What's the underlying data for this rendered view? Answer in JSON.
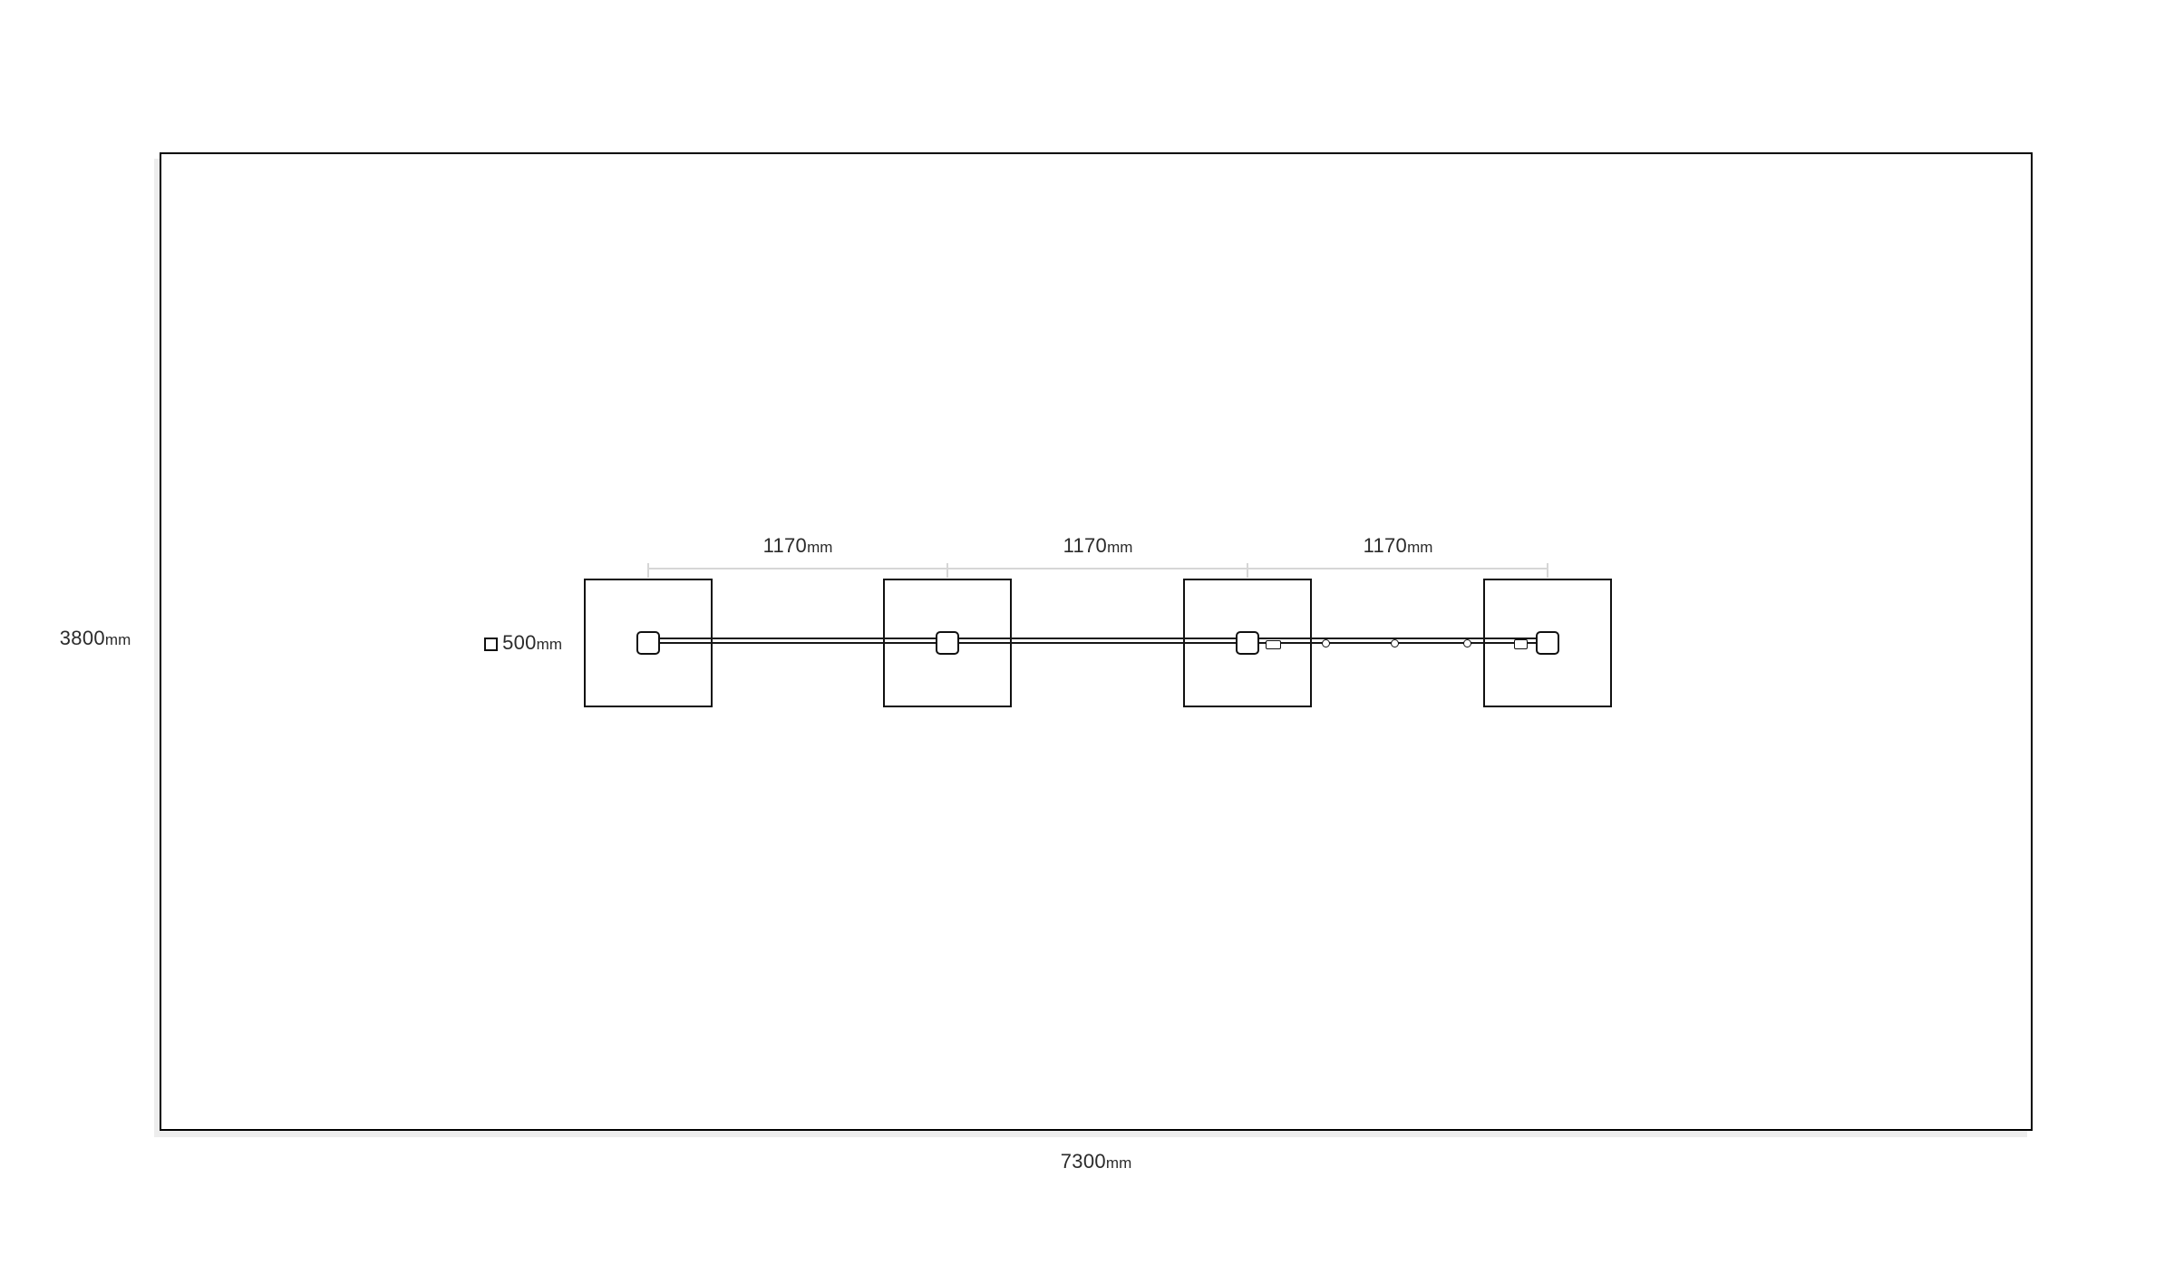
{
  "colors": {
    "background": "#ffffff",
    "line": "#111111",
    "dimension_line": "#d6d6d6",
    "text": "#2b2b2b",
    "shadow": "#ededed"
  },
  "room": {
    "width": {
      "value": "7300",
      "unit": "mm"
    },
    "height": {
      "value": "3800",
      "unit": "mm"
    }
  },
  "panel": {
    "size": {
      "value": "500",
      "unit": "mm"
    }
  },
  "spacings": [
    {
      "value": "1170",
      "unit": "mm"
    },
    {
      "value": "1170",
      "unit": "mm"
    },
    {
      "value": "1170",
      "unit": "mm"
    }
  ]
}
